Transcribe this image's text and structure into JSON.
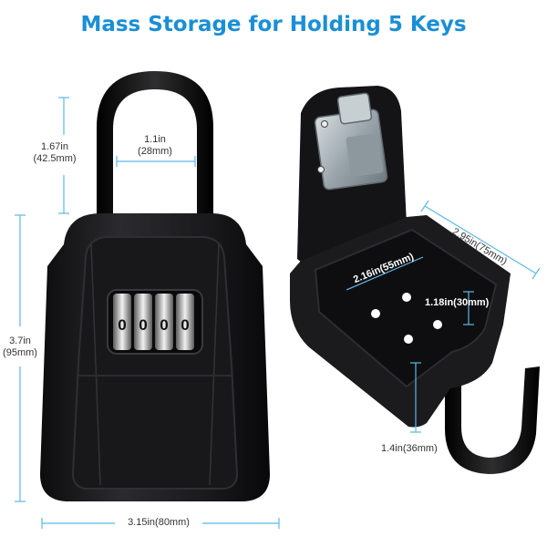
{
  "title": "Mass Storage for Holding 5 Keys",
  "colors": {
    "title": "#1a8fd6",
    "dimension_line": "#5cb8e6",
    "lock_body": "#1c1c1e",
    "box_metal": "#b9c2c7"
  },
  "lock": {
    "digits": [
      "0",
      "0",
      "0",
      "0"
    ]
  },
  "dimensions": {
    "shackle_height": {
      "in": "1.67in",
      "mm": "(42.5mm)"
    },
    "shackle_width": {
      "in": "1.1in",
      "mm": "(28mm)"
    },
    "body_height": {
      "in": "3.7in",
      "mm": "(95mm)"
    },
    "body_width": "3.15in(80mm)",
    "box_length": "2.95in(75mm)",
    "box_width": "2.16in(55mm)",
    "box_depth": "1.18in(30mm)",
    "shackle_drop": "1.4in(36mm)"
  }
}
